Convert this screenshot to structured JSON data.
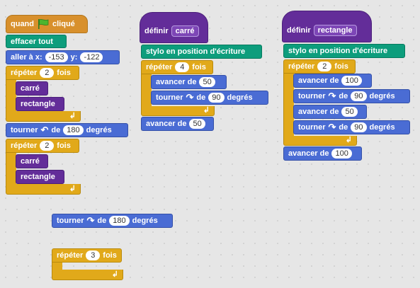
{
  "script_main": {
    "hat": {
      "text1": "quand",
      "text2": "cliqué",
      "flag_color": "#3a9e2b"
    },
    "clear": "effacer tout",
    "goto": {
      "label_x": "aller à x:",
      "x": "-153",
      "label_y": "y:",
      "y": "-122"
    },
    "repeat1": {
      "label": "répéter",
      "count": "2",
      "suffix": "fois",
      "items": [
        "carré",
        "rectangle"
      ]
    },
    "turn": {
      "label": "tourner",
      "word": "de",
      "value": "180",
      "unit": "degrés"
    },
    "repeat2": {
      "label": "répéter",
      "count": "2",
      "suffix": "fois",
      "items": [
        "carré",
        "rectangle"
      ]
    }
  },
  "script_square": {
    "define_label": "définir",
    "define_name": "carré",
    "pen": "stylo en position d'écriture",
    "repeat": {
      "label": "répéter",
      "count": "4",
      "suffix": "fois"
    },
    "forward": {
      "label": "avancer de",
      "value": "50"
    },
    "turn": {
      "label": "tourner",
      "word": "de",
      "value": "90",
      "unit": "degrés"
    },
    "forward_after": {
      "label": "avancer de",
      "value": "50"
    }
  },
  "script_rectangle": {
    "define_label": "définir",
    "define_name": "rectangle",
    "pen": "stylo en position d'écriture",
    "repeat": {
      "label": "répéter",
      "count": "2",
      "suffix": "fois"
    },
    "forward1": {
      "label": "avancer de",
      "value": "100"
    },
    "turn1": {
      "label": "tourner",
      "word": "de",
      "value": "90",
      "unit": "degrés"
    },
    "forward2": {
      "label": "avancer de",
      "value": "50"
    },
    "turn2": {
      "label": "tourner",
      "word": "de",
      "value": "90",
      "unit": "degrés"
    },
    "forward_after": {
      "label": "avancer de",
      "value": "100"
    }
  },
  "loose_turn": {
    "label": "tourner",
    "word": "de",
    "value": "180",
    "unit": "degrés"
  },
  "loose_repeat": {
    "label": "répéter",
    "count": "3",
    "suffix": "fois"
  },
  "icons": {
    "flag": "green-flag-icon",
    "turn_left": "rotate-left-icon",
    "turn_right": "rotate-right-icon",
    "loop_arrow": "loop-arrow-icon"
  }
}
